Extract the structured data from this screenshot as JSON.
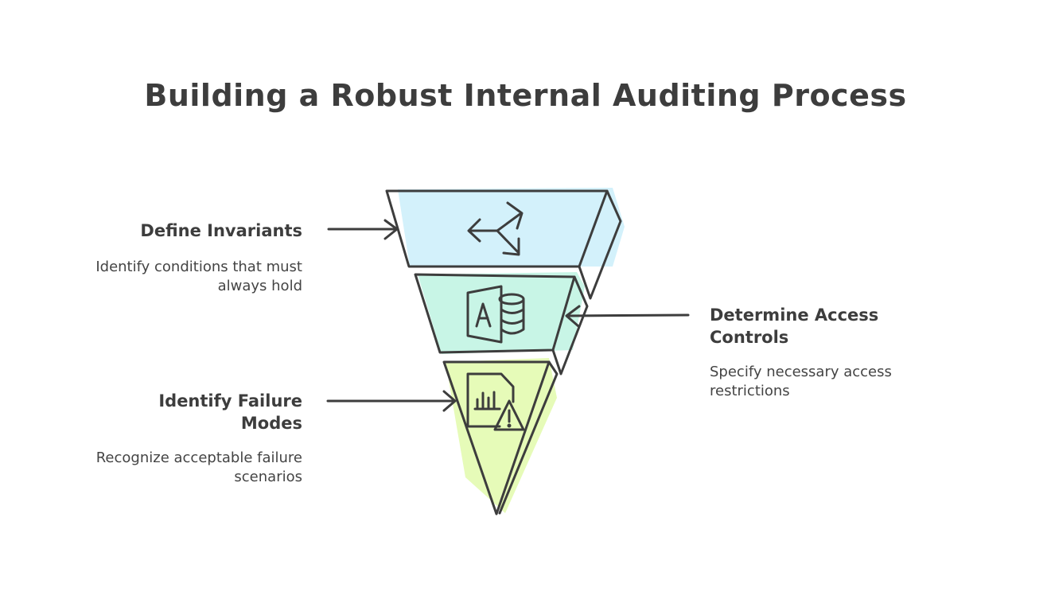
{
  "title": "Building a Robust Internal Auditing Process",
  "layers": [
    {
      "heading": "Define Invariants",
      "description": "Identify conditions that must always hold",
      "icon": "axes-3d-icon",
      "color": "#d3f1fb"
    },
    {
      "heading": "Determine Access Controls",
      "description": "Specify necessary access restrictions",
      "icon": "database-app-icon",
      "color": "#c8f5e6"
    },
    {
      "heading": "Identify Failure Modes",
      "description": "Recognize acceptable failure scenarios",
      "icon": "report-warning-icon",
      "color": "#e6fbb8"
    }
  ]
}
